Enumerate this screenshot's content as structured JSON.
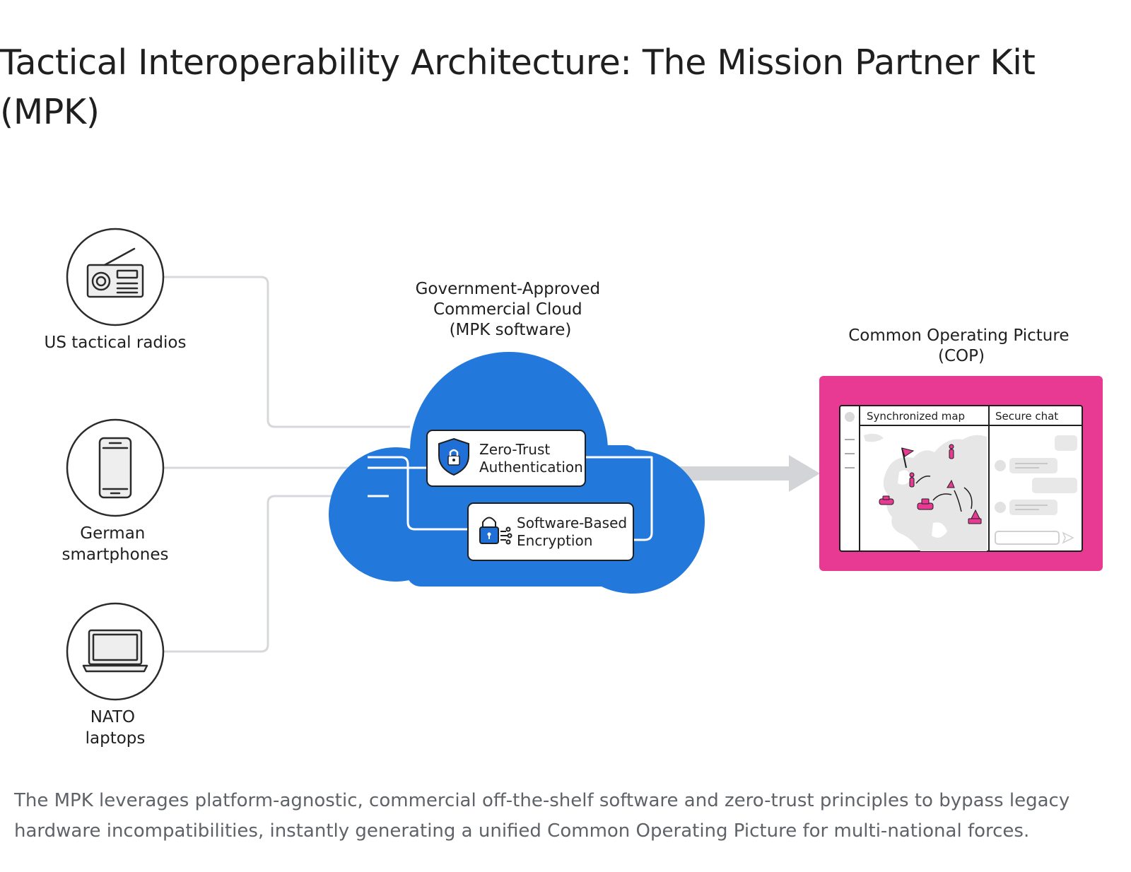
{
  "title": "Tactical Interoperability Architecture: The Mission Partner Kit (MPK)",
  "sources": [
    {
      "label_lines": [
        "US tactical radios"
      ],
      "icon": "radio-icon"
    },
    {
      "label_lines": [
        "German",
        "smartphones"
      ],
      "icon": "smartphone-icon"
    },
    {
      "label_lines": [
        "NATO",
        "laptops"
      ],
      "icon": "laptop-icon"
    }
  ],
  "cloud": {
    "label_lines": [
      "Government-Approved",
      "Commercial Cloud",
      "(MPK software)"
    ],
    "auth_lines": [
      "Zero-Trust",
      "Authentication"
    ],
    "auth_icon": "shield-lock-icon",
    "encryption_lines": [
      "Software-Based",
      "Encryption"
    ],
    "encryption_icon": "padlock-network-icon"
  },
  "cop": {
    "label_lines": [
      "Common Operating Picture",
      "(COP)"
    ],
    "map_label": "Synchronized map",
    "chat_label": "Secure chat"
  },
  "caption": "The MPK leverages platform-agnostic, commercial off-the-shelf software and zero-trust principles to bypass legacy hardware incompatibilities, instantly generating a unified Common Operating Picture for multi-national forces.",
  "colors": {
    "cloud": "#2379db",
    "cop_frame": "#e93a93",
    "connector": "#d6d8db",
    "arrow": "#d2d4d7",
    "text": "#1f1f1f",
    "caption": "#5f6368"
  }
}
